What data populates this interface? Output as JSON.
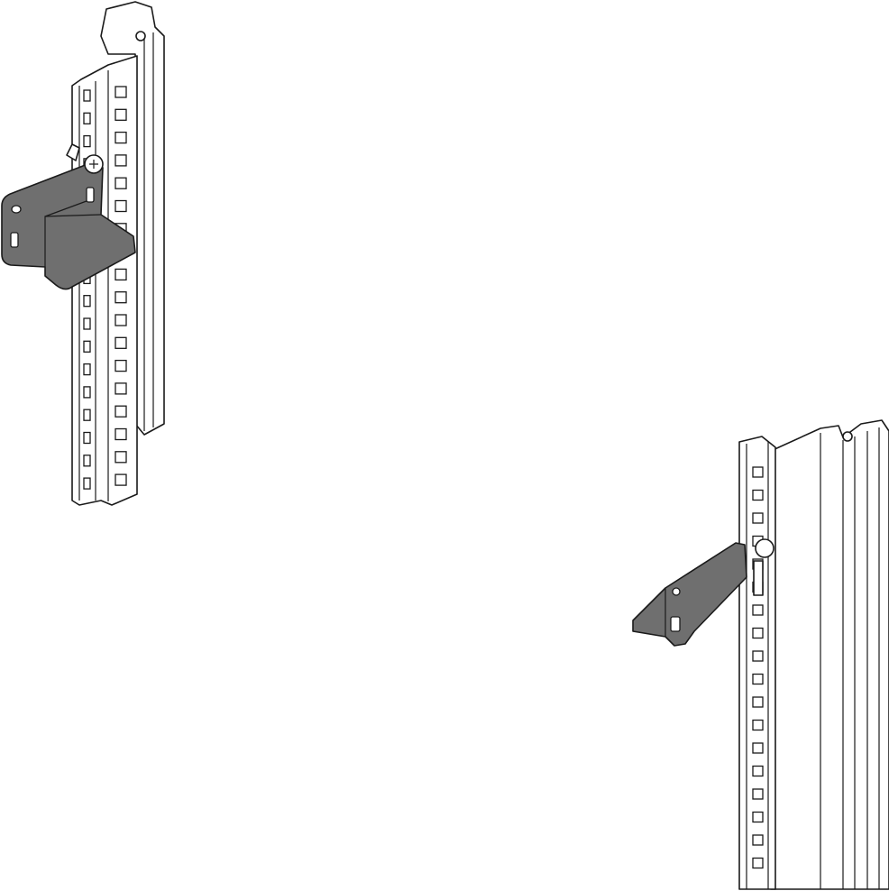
{
  "colors": {
    "background": "#ffffff",
    "line": "#1a1a1a",
    "bracket": "#6f6f6f",
    "rail": "#ffffff"
  },
  "icons": [
    "left-rack-rail",
    "left-mounting-bracket",
    "right-rack-rail",
    "right-mounting-bracket",
    "screw"
  ]
}
